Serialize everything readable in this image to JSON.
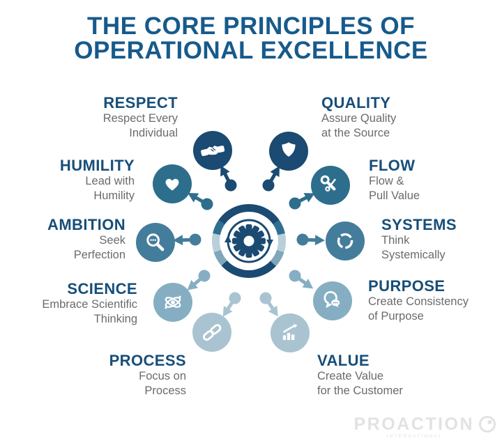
{
  "title": {
    "line1": "THE CORE PRINCIPLES OF",
    "line2": "OPERATIONAL EXCELLENCE"
  },
  "center": {
    "icon": "gear-icon",
    "decoration": "cycle-arrows-icon",
    "ring": "segmented-ring"
  },
  "principles": [
    {
      "label": "RESPECT",
      "desc1": "Respect Every",
      "desc2": "Individual",
      "icon": "handshake-icon",
      "color": "#1b4a72"
    },
    {
      "label": "QUALITY",
      "desc1": "Assure Quality",
      "desc2": "at the Source",
      "icon": "shield-icon",
      "color": "#1b4a72"
    },
    {
      "label": "HUMILITY",
      "desc1": "Lead with",
      "desc2": "Humility",
      "icon": "heart-icon",
      "color": "#2d6e8d"
    },
    {
      "label": "FLOW",
      "desc1": "Flow &",
      "desc2": "Pull Value",
      "icon": "tools-icon",
      "color": "#2d6e8d"
    },
    {
      "label": "AMBITION",
      "desc1": "Seek",
      "desc2": "Perfection",
      "icon": "magnifier-icon",
      "color": "#447d9b"
    },
    {
      "label": "SYSTEMS",
      "desc1": "Think",
      "desc2": "Systemically",
      "icon": "cycle-icon",
      "color": "#447d9b"
    },
    {
      "label": "SCIENCE",
      "desc1": "Embrace Scientific",
      "desc2": "Thinking",
      "icon": "atom-icon",
      "color": "#86aec3"
    },
    {
      "label": "PURPOSE",
      "desc1": "Create Consistency",
      "desc2": "of Purpose",
      "icon": "chat-icon",
      "color": "#86aec3"
    },
    {
      "label": "PROCESS",
      "desc1": "Focus on",
      "desc2": "Process",
      "icon": "link-icon",
      "color": "#a9c3d1"
    },
    {
      "label": "VALUE",
      "desc1": "Create Value",
      "desc2": "for the Customer",
      "icon": "chart-icon",
      "color": "#a9c3d1"
    }
  ],
  "footer": {
    "brand": "PROACTION",
    "brand_sub": "INTERNATIONAL"
  },
  "colors": {
    "title_blue": "#175a8c",
    "heading_blue": "#174e79",
    "text_gray": "#6b6b6e",
    "navy": "#1b4a72",
    "teal": "#2d6e8d",
    "medium_blue": "#447d9b",
    "light_blue": "#86aec3",
    "pale_blue": "#a9c3d1",
    "logo_gray": "#e2e2e4"
  }
}
